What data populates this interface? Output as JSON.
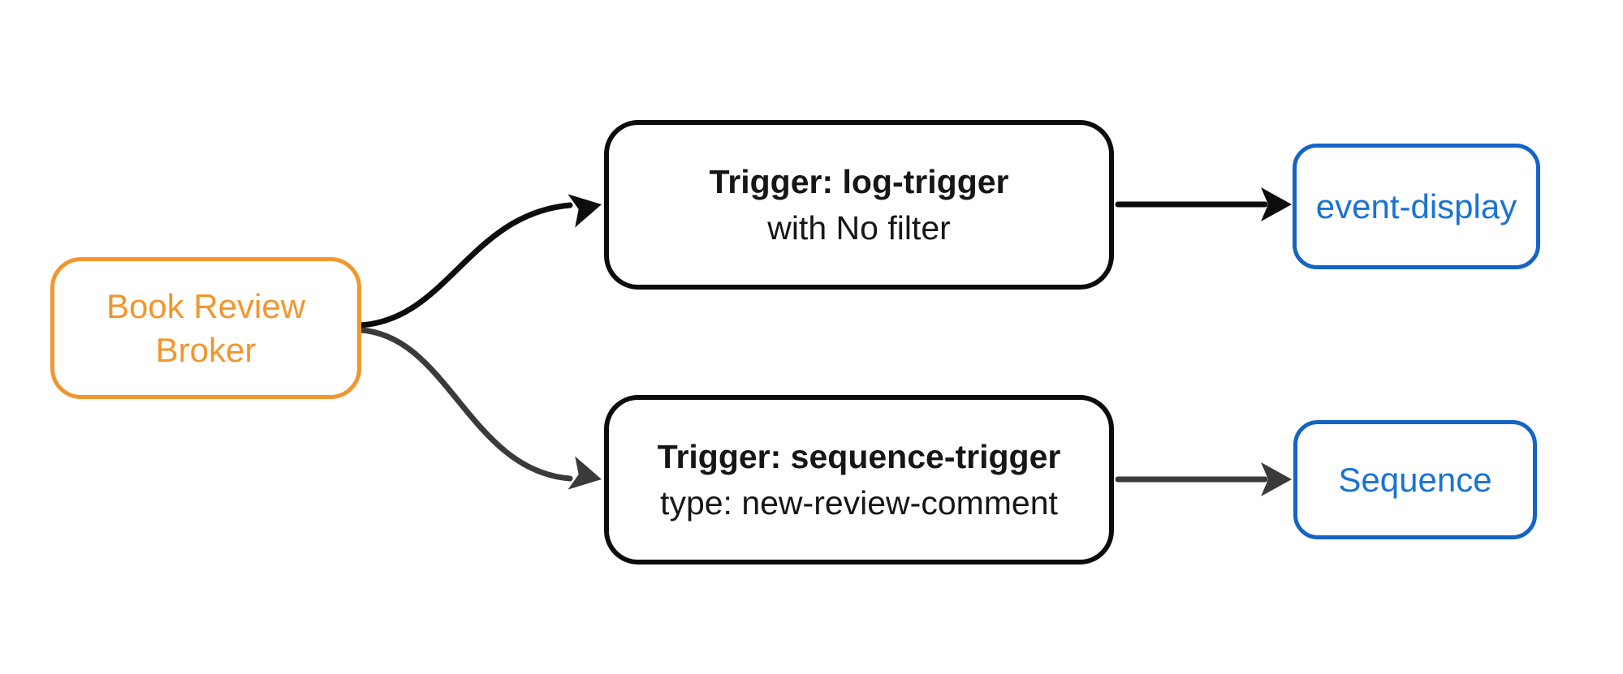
{
  "diagram": {
    "type": "flowchart",
    "background_color": "#ffffff",
    "nodes": {
      "broker": {
        "label": "Book Review Broker",
        "border_color": "#F2962D",
        "text_color": "#F2962D"
      },
      "trigger_log": {
        "title": "Trigger: log-trigger",
        "subtitle": "with No filter",
        "border_color": "#0C0C0C",
        "text_color": "#161616"
      },
      "trigger_sequence": {
        "title": "Trigger: sequence-trigger",
        "subtitle": "type: new-review-comment",
        "border_color": "#0C0C0C",
        "text_color": "#161616"
      },
      "event_display": {
        "label": "event-display",
        "border_color": "#1464C8",
        "text_color": "#1973D2"
      },
      "sequence": {
        "label": "Sequence",
        "border_color": "#1464C8",
        "text_color": "#1973D2"
      }
    },
    "edges": [
      {
        "from": "broker",
        "to": "trigger_log",
        "color": "#0D0D0D"
      },
      {
        "from": "broker",
        "to": "trigger_sequence",
        "color": "#3A3A3A"
      },
      {
        "from": "trigger_log",
        "to": "event_display",
        "color": "#0D0D0D"
      },
      {
        "from": "trigger_sequence",
        "to": "sequence",
        "color": "#3A3A3A"
      }
    ]
  }
}
